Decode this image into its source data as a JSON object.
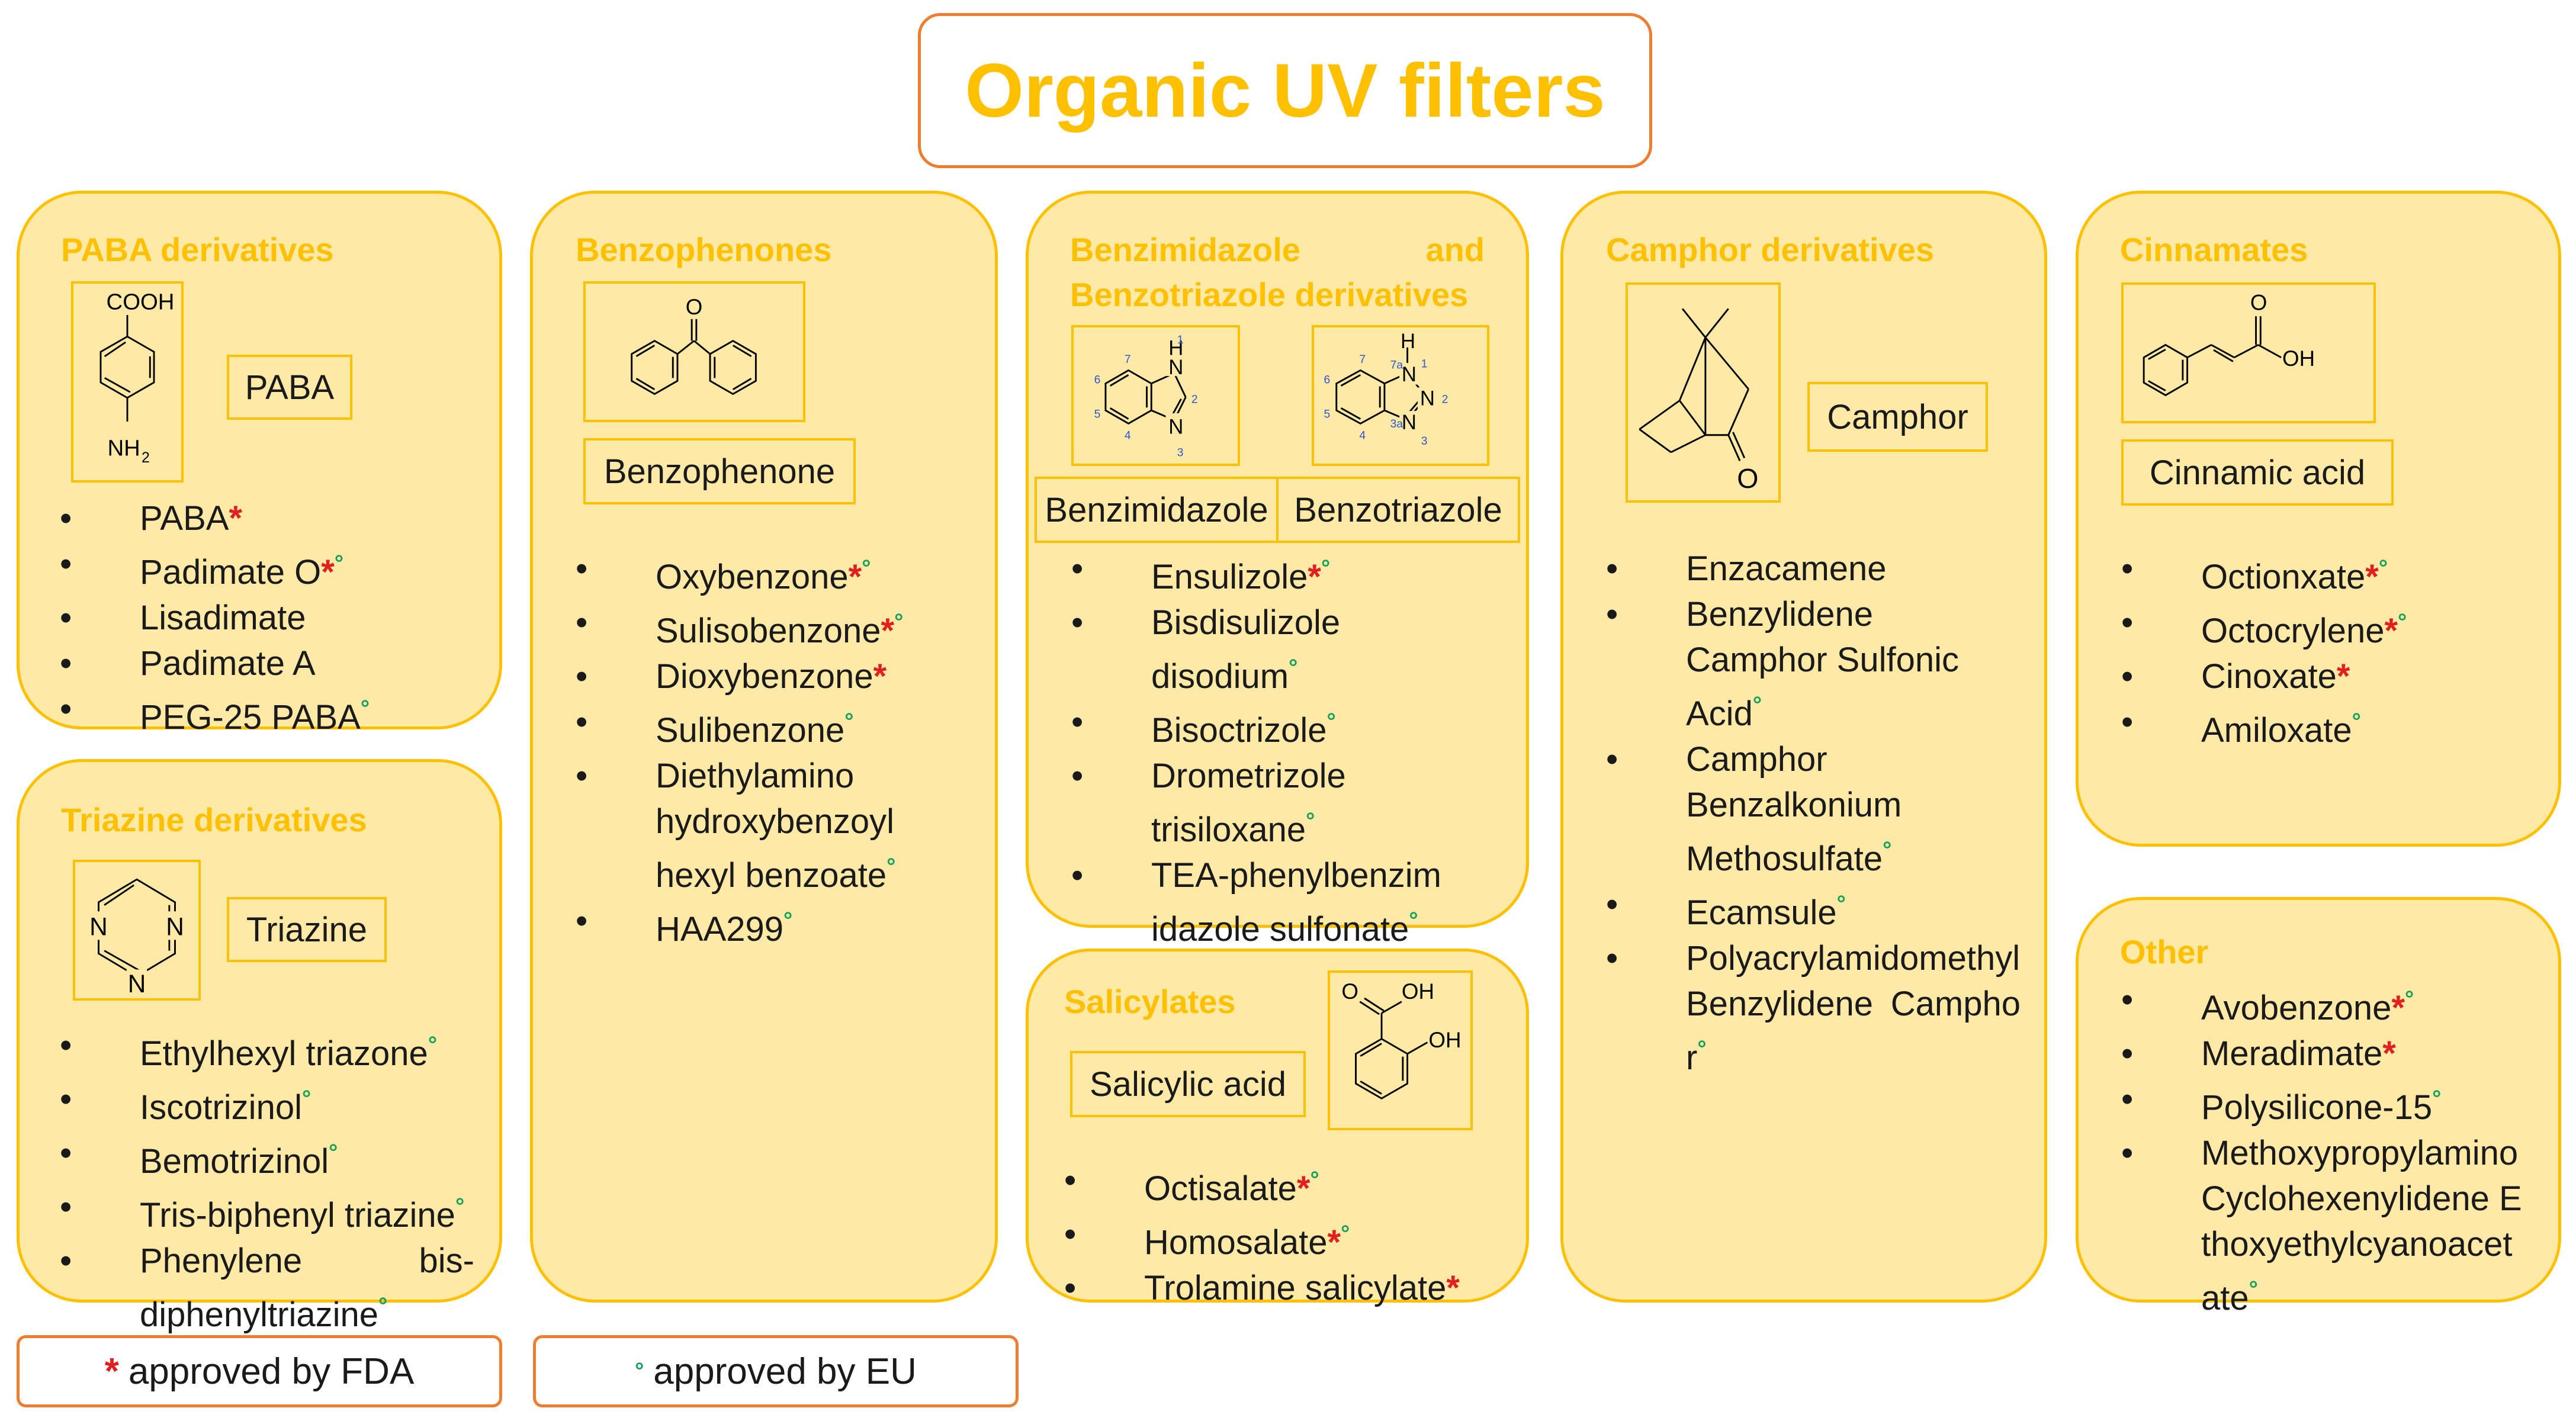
{
  "title": "Organic UV filters",
  "marks": {
    "fda": "*",
    "eu": "°"
  },
  "colors": {
    "panel_fill": "#FFE9A6",
    "panel_border": "#FFC000",
    "title_text": "#FFC000",
    "outline": "#ED7D31",
    "fda_mark": "#E02020",
    "eu_mark": "#17A05A"
  },
  "paba": {
    "title": "PABA derivatives",
    "label": "PABA",
    "struct": {
      "top": "COOH",
      "bottom": "NH",
      "sub": "2"
    },
    "items": [
      {
        "name": "PABA",
        "fda": true,
        "eu": false
      },
      {
        "name": "Padimate O",
        "fda": true,
        "eu": true
      },
      {
        "name": "Lisadimate",
        "fda": false,
        "eu": false
      },
      {
        "name": "Padimate A",
        "fda": false,
        "eu": false
      },
      {
        "name": "PEG-25 PABA",
        "fda": false,
        "eu": true
      }
    ]
  },
  "triazine": {
    "title": "Triazine derivatives",
    "label": "Triazine",
    "struct": {
      "n": "N"
    },
    "items": [
      {
        "name": "Ethylhexyl triazone",
        "fda": false,
        "eu": true
      },
      {
        "name": "Iscotrizinol",
        "fda": false,
        "eu": true
      },
      {
        "name": "Bemotrizinol",
        "fda": false,
        "eu": true
      },
      {
        "name": "Tris-biphenyl triazine",
        "fda": false,
        "eu": true
      },
      {
        "name": "Phenylene bis-diphenyltriazine",
        "fda": false,
        "eu": true
      }
    ]
  },
  "benzophenones": {
    "title": "Benzophenones",
    "label": "Benzophenone",
    "struct": {
      "o": "O"
    },
    "items": [
      {
        "name": "Oxybenzone",
        "fda": true,
        "eu": true
      },
      {
        "name": "Sulisobenzone",
        "fda": true,
        "eu": true
      },
      {
        "name": "Dioxybenzone",
        "fda": true,
        "eu": false
      },
      {
        "name": "Sulibenzone",
        "fda": false,
        "eu": true
      },
      {
        "name": "Diethylamino hydroxybenzoyl hexyl benzoate",
        "fda": false,
        "eu": true
      },
      {
        "name": "HAA299",
        "fda": false,
        "eu": true
      }
    ]
  },
  "benzimidazole": {
    "title_line1_a": "Benzimidazole",
    "title_line1_b": "and",
    "title_line2": "Benzotriazole derivatives",
    "label_a": "Benzimidazole",
    "label_b": "Benzotriazole",
    "struct_a": {
      "nh": "NH",
      "h": "H",
      "n": "N",
      "nums": [
        "1",
        "2",
        "3",
        "4",
        "5",
        "6",
        "7"
      ]
    },
    "struct_b": {
      "h": "H",
      "n": "N",
      "nums": [
        "1",
        "2",
        "3",
        "3a",
        "4",
        "5",
        "6",
        "7",
        "7a"
      ]
    },
    "items": [
      {
        "name": "Ensulizole",
        "fda": true,
        "eu": true
      },
      {
        "name": "Bisdisulizole disodium",
        "fda": false,
        "eu": true
      },
      {
        "name": "Bisoctrizole",
        "fda": false,
        "eu": true
      },
      {
        "name": "Drometrizole trisiloxane",
        "fda": false,
        "eu": true
      },
      {
        "name": "TEA-phenylbenzimidazole sulfonate",
        "fda": false,
        "eu": true
      }
    ]
  },
  "salicylates": {
    "title": "Salicylates",
    "label": "Salicylic acid",
    "struct": {
      "o": "O",
      "oh": "OH"
    },
    "items": [
      {
        "name": "Octisalate",
        "fda": true,
        "eu": true
      },
      {
        "name": "Homosalate",
        "fda": true,
        "eu": true
      },
      {
        "name": "Trolamine salicylate",
        "fda": true,
        "eu": false
      }
    ]
  },
  "camphor": {
    "title": "Camphor derivatives",
    "label": "Camphor",
    "struct": {
      "o": "O"
    },
    "items": [
      {
        "name": "Enzacamene",
        "fda": false,
        "eu": false
      },
      {
        "name": "Benzylidene Camphor Sulfonic Acid",
        "fda": false,
        "eu": true
      },
      {
        "name": "Camphor Benzalkonium Methosulfate",
        "fda": false,
        "eu": true
      },
      {
        "name": "Ecamsule",
        "fda": false,
        "eu": true
      },
      {
        "name": "Polyacrylamidomethyl Benzylidene Camphor",
        "fda": false,
        "eu": true
      }
    ]
  },
  "cinnamates": {
    "title": "Cinnamates",
    "label": "Cinnamic acid",
    "struct": {
      "o": "O",
      "oh": "OH"
    },
    "items": [
      {
        "name": "Octionxate",
        "fda": true,
        "eu": true
      },
      {
        "name": "Octocrylene",
        "fda": true,
        "eu": true
      },
      {
        "name": "Cinoxate",
        "fda": true,
        "eu": false
      },
      {
        "name": "Amiloxate",
        "fda": false,
        "eu": true
      }
    ]
  },
  "other": {
    "title": "Other",
    "items": [
      {
        "name": "Avobenzone",
        "fda": true,
        "eu": true
      },
      {
        "name": "Meradimate",
        "fda": true,
        "eu": false
      },
      {
        "name": "Polysilicone-15",
        "fda": false,
        "eu": true
      },
      {
        "name": "Methoxypropylamino Cyclohexenylidene Ethoxyethylcyanoacetate",
        "fda": false,
        "eu": true
      }
    ]
  },
  "legend": {
    "fda_text": "approved by FDA",
    "eu_text": "approved by EU"
  }
}
